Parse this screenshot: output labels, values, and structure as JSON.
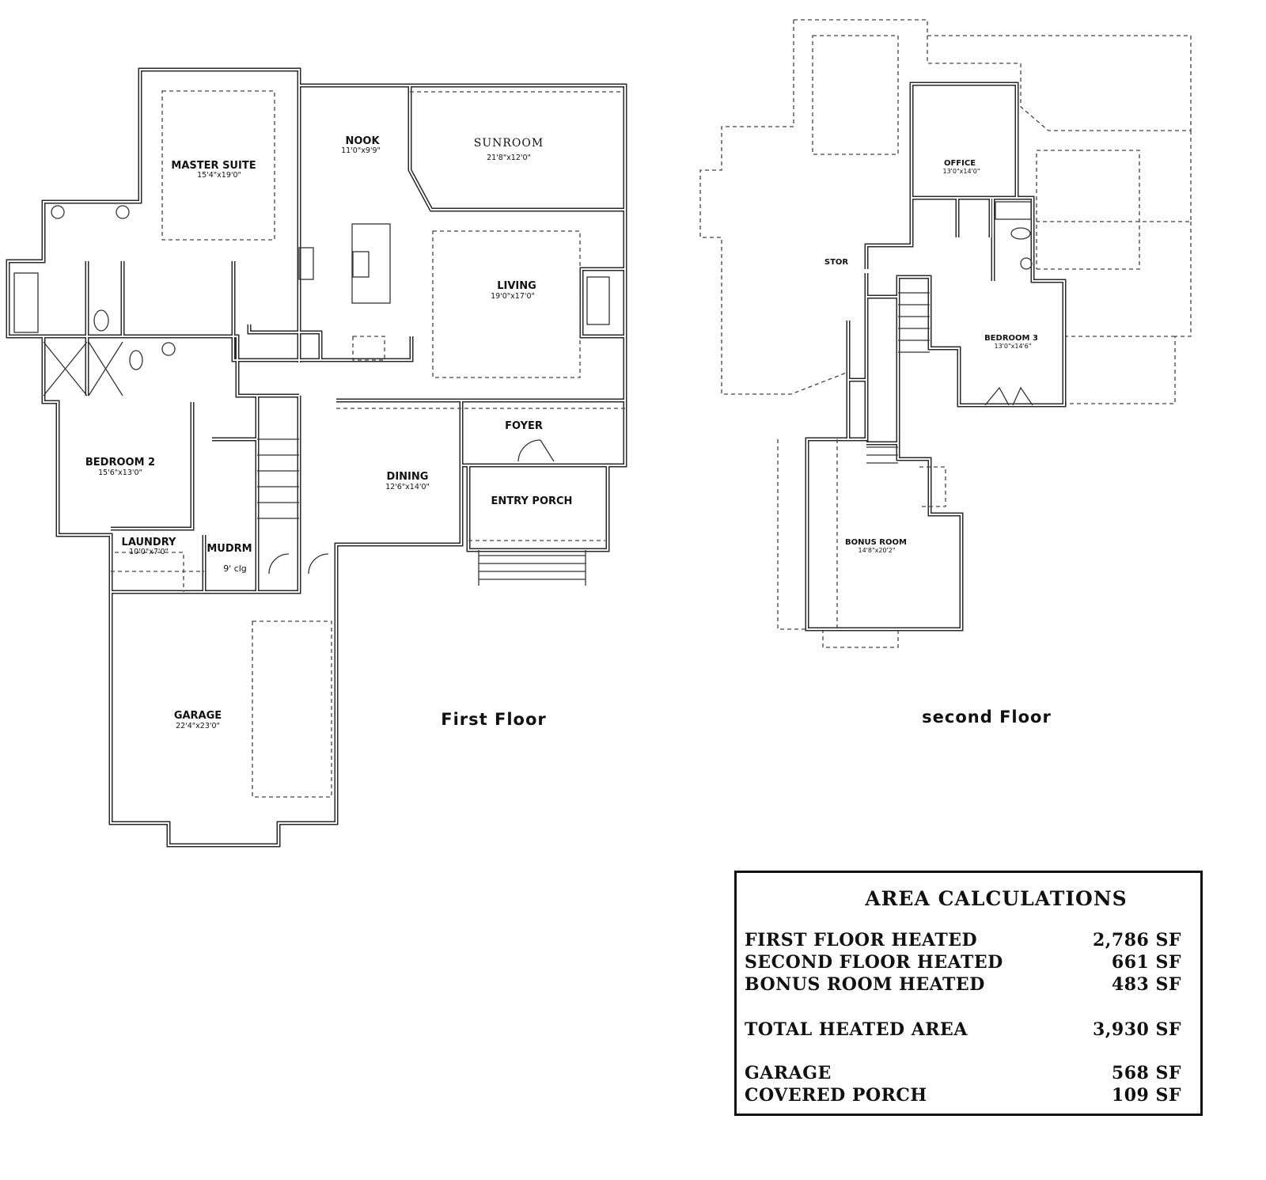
{
  "first_floor": {
    "title": "First Floor",
    "rooms": [
      {
        "name": "MASTER SUITE",
        "size": "15'4\"x19'0\""
      },
      {
        "name": "NOOK",
        "size": "11'0\"x9'9\""
      },
      {
        "name": "SUNROOM",
        "size": "21'8\"x12'0\""
      },
      {
        "name": "LIVING",
        "size": "19'0\"x17'0\""
      },
      {
        "name": "BEDROOM 2",
        "size": "15'6\"x13'0\""
      },
      {
        "name": "FOYER",
        "size": ""
      },
      {
        "name": "DINING",
        "size": "12'6\"x14'0\""
      },
      {
        "name": "ENTRY PORCH",
        "size": ""
      },
      {
        "name": "LAUNDRY",
        "size": "10'0\"x7'0\""
      },
      {
        "name": "MUDRM",
        "size": "9' clg"
      },
      {
        "name": "GARAGE",
        "size": "22'4\"x23'0\""
      }
    ]
  },
  "second_floor": {
    "title": "second Floor",
    "rooms": [
      {
        "name": "OFFICE",
        "size": "13'0\"x14'0\""
      },
      {
        "name": "STOR",
        "size": ""
      },
      {
        "name": "BEDROOM 3",
        "size": "13'0\"x14'6\""
      },
      {
        "name": "BONUS ROOM",
        "size": "14'8\"x20'2\""
      }
    ]
  },
  "area_calculations": {
    "title": "AREA CALCULATIONS",
    "rows": [
      {
        "label": "FIRST FLOOR HEATED",
        "value": "2,786 SF"
      },
      {
        "label": "SECOND FLOOR HEATED",
        "value": "661 SF"
      },
      {
        "label": "BONUS ROOM HEATED",
        "value": "483 SF"
      },
      {
        "label": "TOTAL HEATED AREA",
        "value": "3,930 SF"
      },
      {
        "label": "GARAGE",
        "value": "568 SF"
      },
      {
        "label": "COVERED PORCH",
        "value": "109 SF"
      }
    ]
  }
}
